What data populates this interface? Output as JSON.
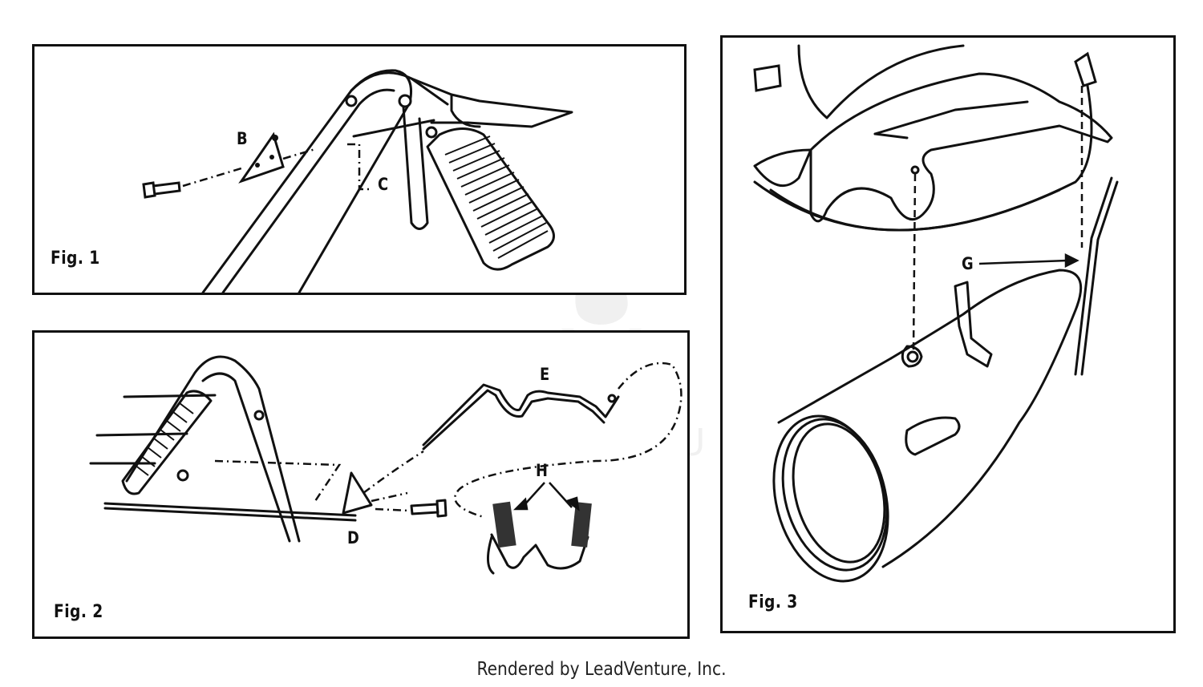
{
  "figures": {
    "fig1": {
      "label": "Fig. 1",
      "callouts": {
        "b": "B",
        "c": "C"
      }
    },
    "fig2": {
      "label": "Fig. 2",
      "callouts": {
        "d": "D",
        "e": "E",
        "h": "H"
      }
    },
    "fig3": {
      "label": "Fig. 3",
      "callouts": {
        "g": "G"
      }
    }
  },
  "footer": {
    "credit": "Rendered by LeadVenture, Inc."
  },
  "watermark": {
    "text": "LEADVENTURE"
  }
}
